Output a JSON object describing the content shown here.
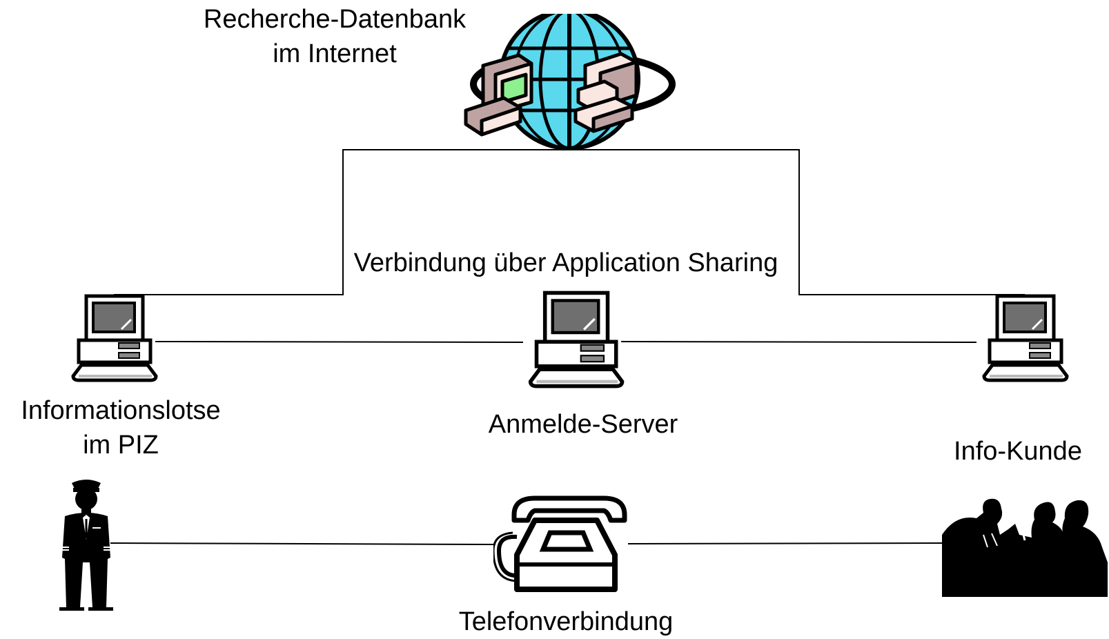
{
  "labels": {
    "database_line1": "Recherche-Datenbank",
    "database_line2": "im Internet",
    "application_sharing": "Verbindung über Application Sharing",
    "pilot_line1": "Informationslotse",
    "pilot_line2": "im PIZ",
    "server": "Anmelde-Server",
    "customer": "Info-Kunde",
    "phone": "Telefonverbindung"
  },
  "icons": {
    "database": "globe-with-servers-icon",
    "pilot_computer": "computer-icon",
    "server_computer": "computer-icon",
    "customer_computer": "computer-icon",
    "pilot_person": "pilot-person-icon",
    "phone": "telephone-icon",
    "customer_group": "people-at-table-icon"
  },
  "colors": {
    "globe_ocean": "#5ad8ee",
    "server_box_face": "#fbe7e2",
    "server_box_side": "#bfa3a3",
    "screen_green": "#8ef08e",
    "monitor_screen": "#6f6f6f",
    "line": "#000000"
  }
}
